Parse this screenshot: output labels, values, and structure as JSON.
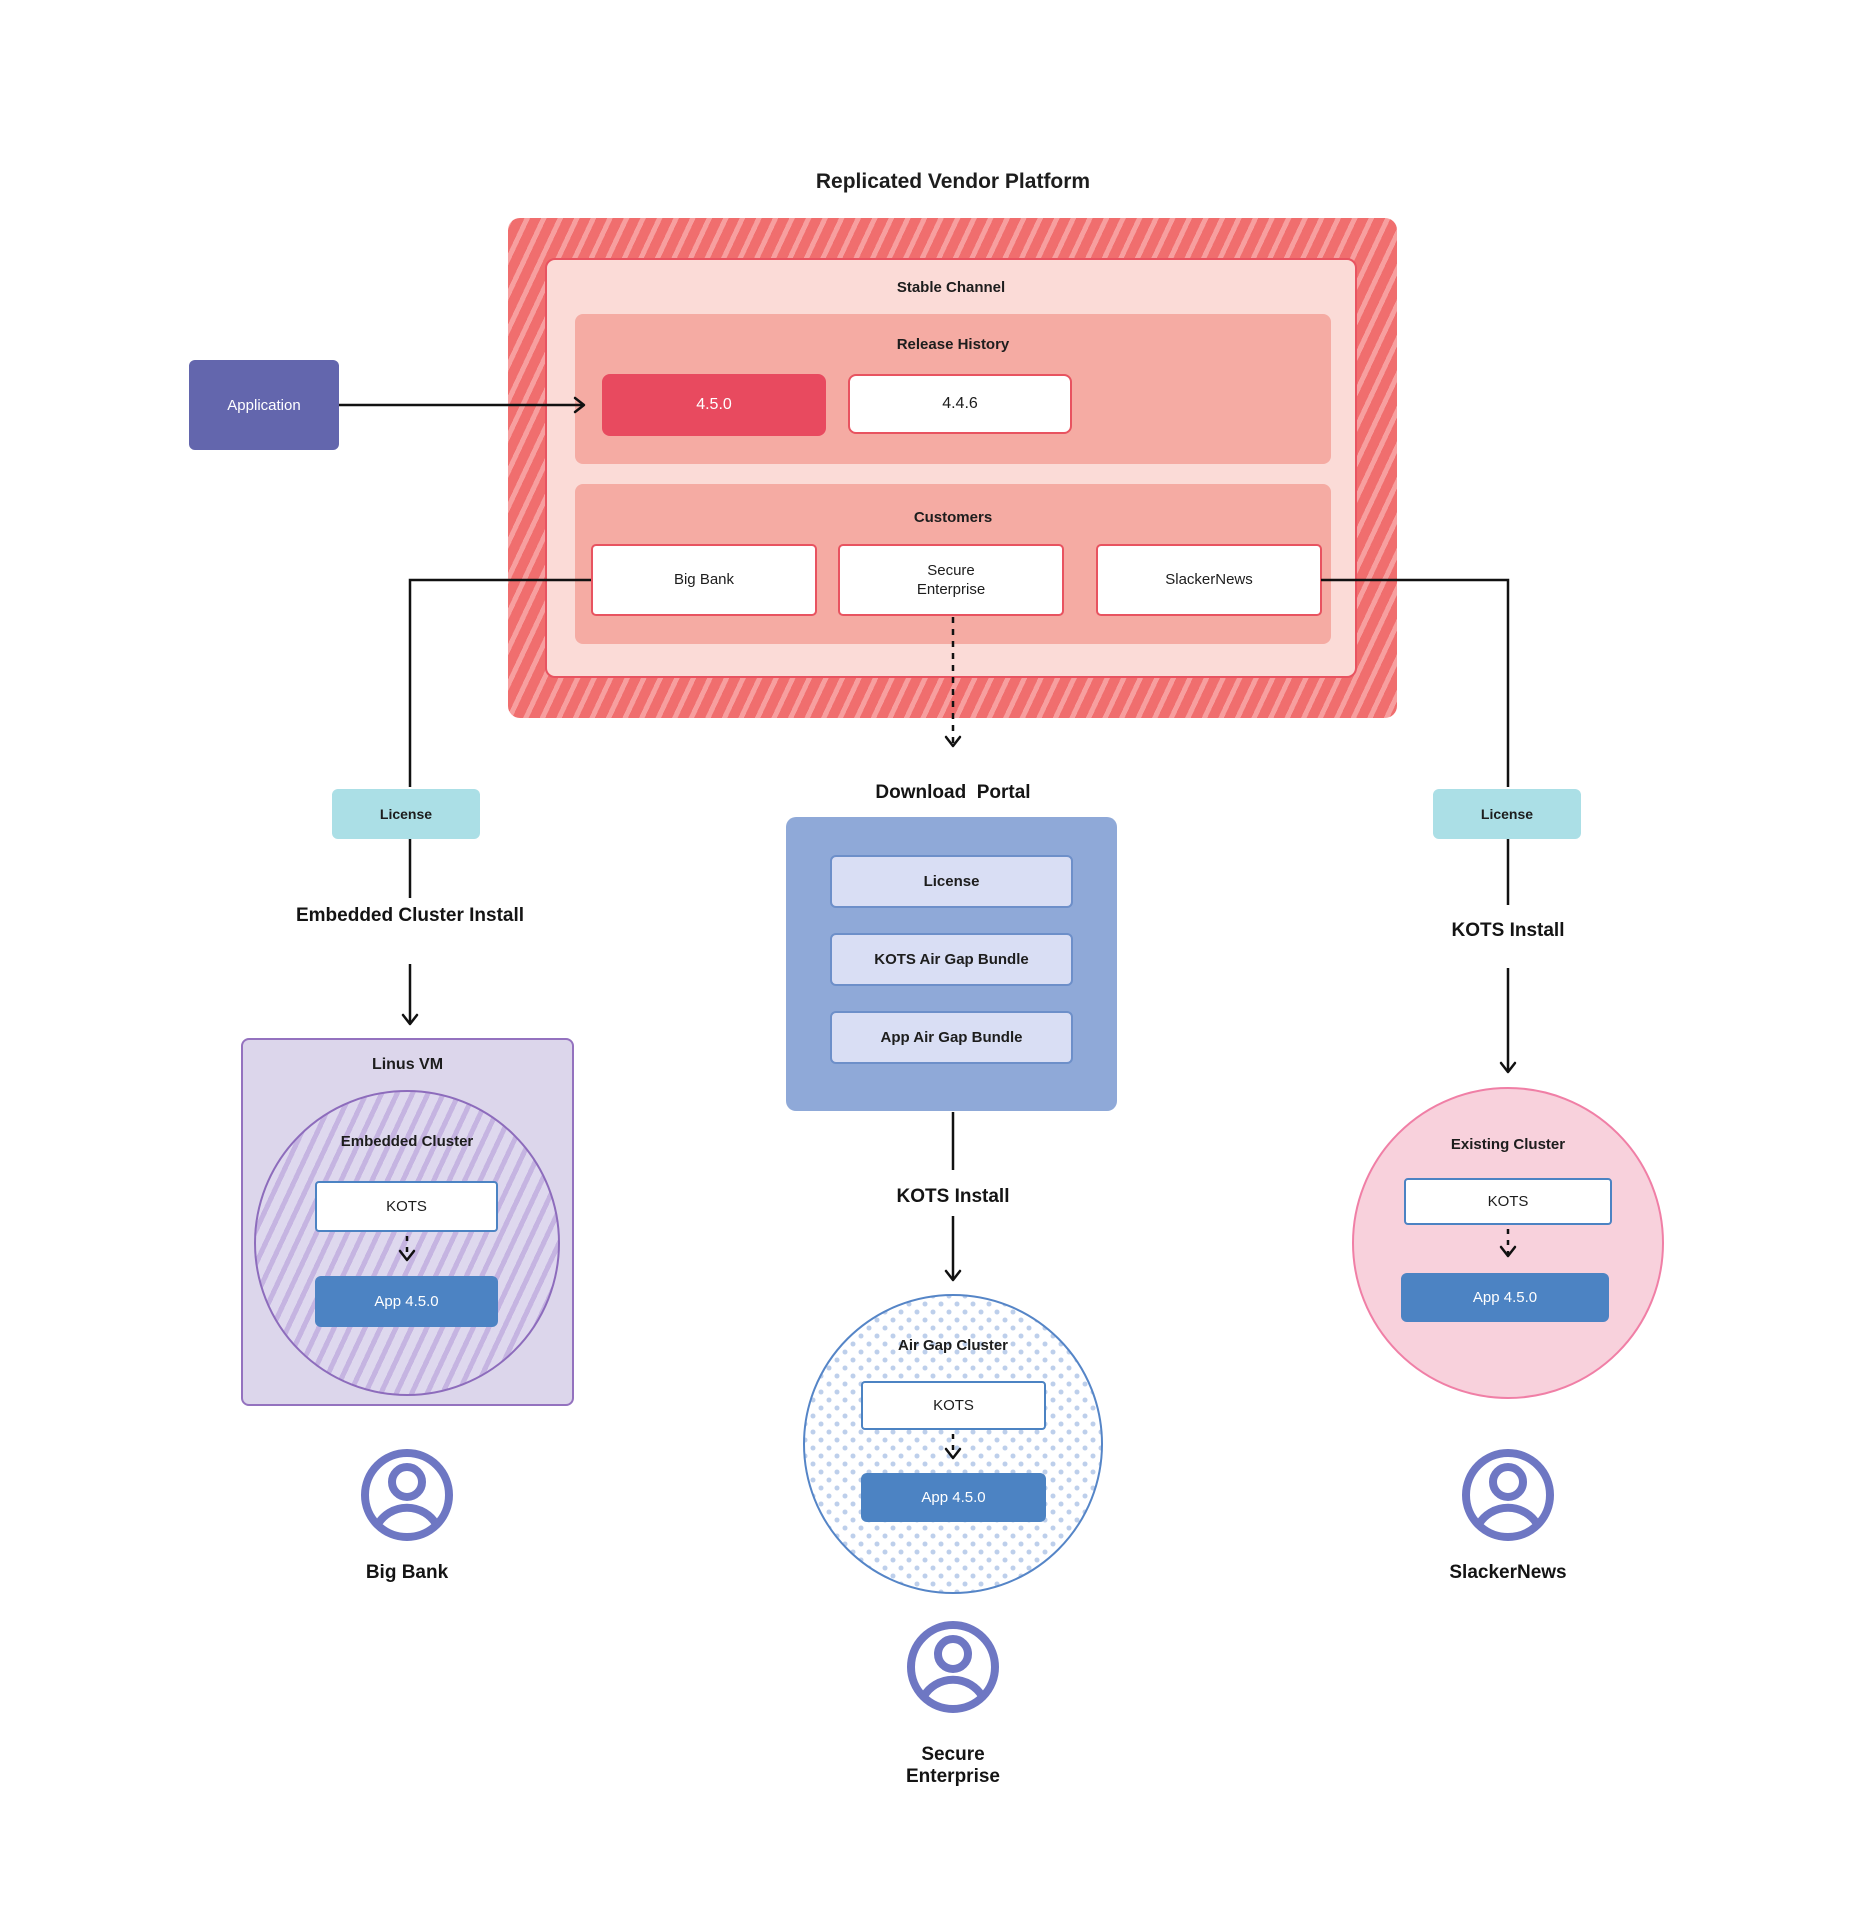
{
  "title": "Replicated Vendor Platform",
  "application_label": "Application",
  "platform": {
    "stable_channel_label": "Stable Channel",
    "release_history_label": "Release History",
    "releases": [
      {
        "version": "4.5.0",
        "highlighted": true
      },
      {
        "version": "4.4.6",
        "highlighted": false
      }
    ],
    "customers_label": "Customers",
    "customers": [
      "Big Bank",
      "Secure Enterprise",
      "SlackerNews"
    ]
  },
  "flows": {
    "big_bank": {
      "license": "License",
      "install": "Embedded Cluster Install",
      "vm": "Linus VM",
      "cluster": "Embedded Cluster",
      "kots": "KOTS",
      "app": "App 4.5.0",
      "customer": "Big Bank"
    },
    "secure_enterprise": {
      "portal": "Download  Portal",
      "portal_items": [
        "License",
        "KOTS Air Gap Bundle",
        "App Air Gap Bundle"
      ],
      "install": "KOTS Install",
      "cluster": "Air Gap Cluster",
      "kots": "KOTS",
      "app": "App 4.5.0",
      "customer": "Secure Enterprise"
    },
    "slackernews": {
      "license": "License",
      "install": "KOTS Install",
      "cluster": "Existing Cluster",
      "kots": "KOTS",
      "app": "App 4.5.0",
      "customer": "SlackerNews"
    }
  },
  "colors": {
    "hatch_base": "#f06e6e",
    "hatch_stripe": "#f79f9f",
    "stable_fill": "#fbdbd7",
    "stable_border": "#e85360",
    "salmon": "#f5aba3",
    "release_highlight": "#e84a5f",
    "application_purple": "#6366ad",
    "license_teal": "#abdfe6",
    "portal_blue": "#8fa9d8",
    "portal_item_fill": "#d9def4",
    "app_blue": "#4c83c3",
    "vm_lavender": "#dcd6eb",
    "vm_border": "#9472bf",
    "existing_pink": "#f8d1dc",
    "existing_border": "#f07fa6",
    "person_purple": "#6e77c3"
  }
}
